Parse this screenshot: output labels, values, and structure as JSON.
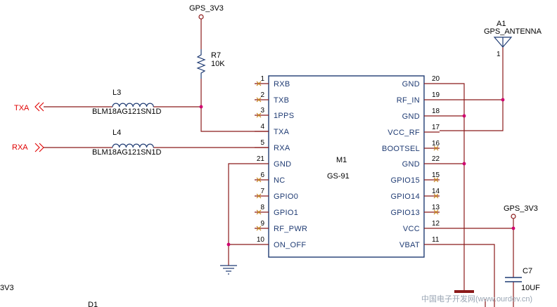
{
  "colors": {
    "wire": "#8b1a1a",
    "component": "#1f3b73",
    "net_label": "#e00000",
    "junction": "#d0006f",
    "noconnect": "#c8861a",
    "text": "#000000"
  },
  "power": {
    "top_net": "GPS_3V3",
    "right_net": "GPS_3V3",
    "left_partial": "3V3"
  },
  "resistor": {
    "ref": "R7",
    "value": "10K"
  },
  "antenna": {
    "ref": "A1",
    "name": "GPS_ANTENNA",
    "pin": "1"
  },
  "inductors": [
    {
      "ref": "L3",
      "part": "BLM18AG121SN1D"
    },
    {
      "ref": "L4",
      "part": "BLM18AG121SN1D"
    }
  ],
  "net_labels": {
    "txa": "TXA",
    "rxa": "RXA"
  },
  "module": {
    "ref": "M1",
    "part": "GS-91"
  },
  "left_pins": [
    {
      "num": "1",
      "name": "RXB"
    },
    {
      "num": "2",
      "name": "TXB"
    },
    {
      "num": "3",
      "name": "1PPS"
    },
    {
      "num": "4",
      "name": "TXA"
    },
    {
      "num": "5",
      "name": "RXA"
    },
    {
      "num": "21",
      "name": "GND"
    },
    {
      "num": "6",
      "name": "NC"
    },
    {
      "num": "7",
      "name": "GPIO0"
    },
    {
      "num": "8",
      "name": "GPIO1"
    },
    {
      "num": "9",
      "name": "RF_PWR"
    },
    {
      "num": "10",
      "name": "ON_OFF"
    }
  ],
  "right_pins": [
    {
      "num": "20",
      "name": "GND"
    },
    {
      "num": "19",
      "name": "RF_IN"
    },
    {
      "num": "18",
      "name": "GND"
    },
    {
      "num": "17",
      "name": "VCC_RF"
    },
    {
      "num": "16",
      "name": "BOOTSEL"
    },
    {
      "num": "22",
      "name": "GND"
    },
    {
      "num": "15",
      "name": "GPIO15"
    },
    {
      "num": "14",
      "name": "GPIO14"
    },
    {
      "num": "13",
      "name": "GPIO13"
    },
    {
      "num": "12",
      "name": "VCC"
    },
    {
      "num": "11",
      "name": "VBAT"
    }
  ],
  "capacitor": {
    "ref": "C7",
    "value": "10UF"
  },
  "diode": {
    "ref": "D1"
  },
  "watermark": "中国电子开发网(www.ourdev.cn)"
}
